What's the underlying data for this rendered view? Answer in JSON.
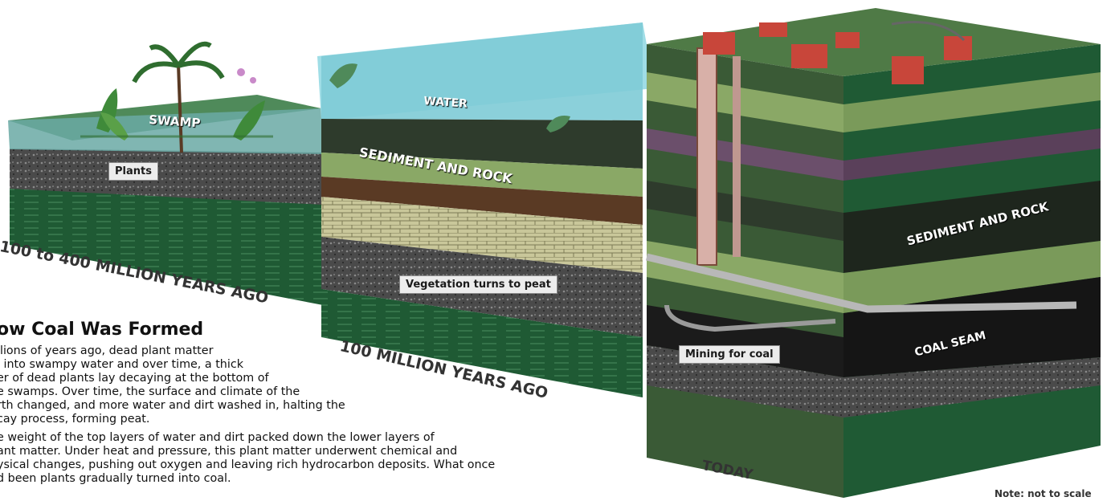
{
  "blocks": {
    "swamp": {
      "surface_label": "SWAMP",
      "callout": "Plants",
      "era": "100 to 400 MILLION YEARS AGO"
    },
    "water": {
      "surface_label": "WATER",
      "layer_label": "SEDIMENT AND ROCK",
      "callout": "Vegetation turns to peat",
      "era": "100 MILLION YEARS AGO"
    },
    "today": {
      "layer_label": "SEDIMENT AND ROCK",
      "seam_label": "COAL SEAM",
      "callout": "Mining for coal",
      "era": "TODAY"
    }
  },
  "article": {
    "heading": "ow Coal Was Formed",
    "paragraph_1_lines": [
      "llions of years ago, dead plant matter",
      "l into swampy water and over time, a thick",
      "er of dead plants lay decaying at the bottom of",
      "e swamps. Over time, the surface and climate of the",
      "rth changed, and more water and dirt washed in, halting the",
      "cay process, forming peat."
    ],
    "paragraph_2_lines": [
      "e weight of the top layers of water and dirt packed down the lower layers of",
      "ant matter. Under heat and pressure, this plant matter underwent chemical and",
      "ysical changes, pushing out oxygen and leaving rich hydrocarbon deposits. What once",
      "d been plants gradually turned into coal."
    ]
  },
  "note": "Note: not to scale",
  "colors": {
    "water": "#7ecbd6",
    "swamp_green": "#4f8a5a",
    "gravel": "#4a4a4a",
    "deep_green": "#1f5a34",
    "sediment_light": "#8aa866",
    "sediment_dark": "#2e3b2c",
    "peat_brown": "#5a3a24",
    "coal": "#1b1b1b",
    "mine_building": "#c8463a",
    "callout_bg": "#ececec"
  }
}
